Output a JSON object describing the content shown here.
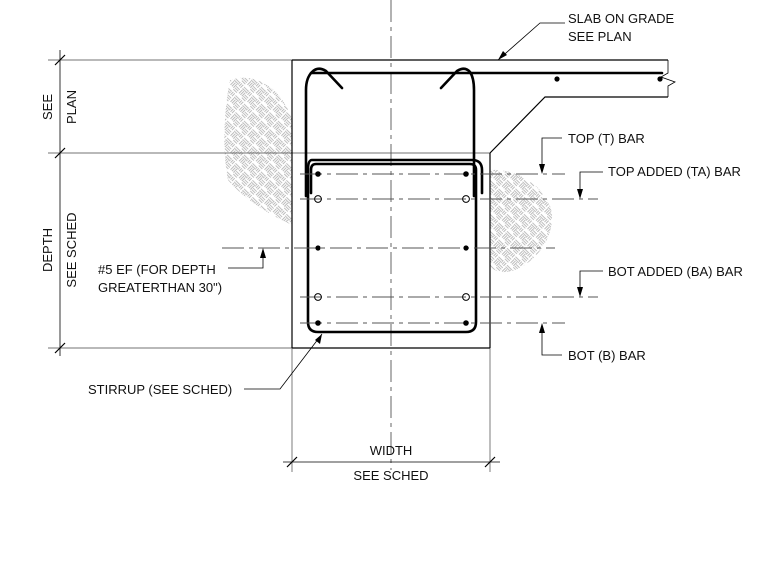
{
  "labels": {
    "slab_line1": "SLAB ON GRADE",
    "slab_line2": "SEE PLAN",
    "top_bar": "TOP (T) BAR",
    "top_added_bar": "TOP ADDED (TA) BAR",
    "ef_line1": "#5 EF (FOR DEPTH",
    "ef_line2": "GREATERTHAN 30\")",
    "bot_added_bar": "BOT ADDED (BA) BAR",
    "bot_bar": "BOT (B) BAR",
    "stirrup": "STIRRUP (SEE SCHED)",
    "width_label": "WIDTH",
    "width_sched": "SEE SCHED",
    "see_plan_1": "SEE",
    "see_plan_2": "PLAN",
    "depth_1": "DEPTH",
    "depth_2": "SEE SCHED"
  }
}
